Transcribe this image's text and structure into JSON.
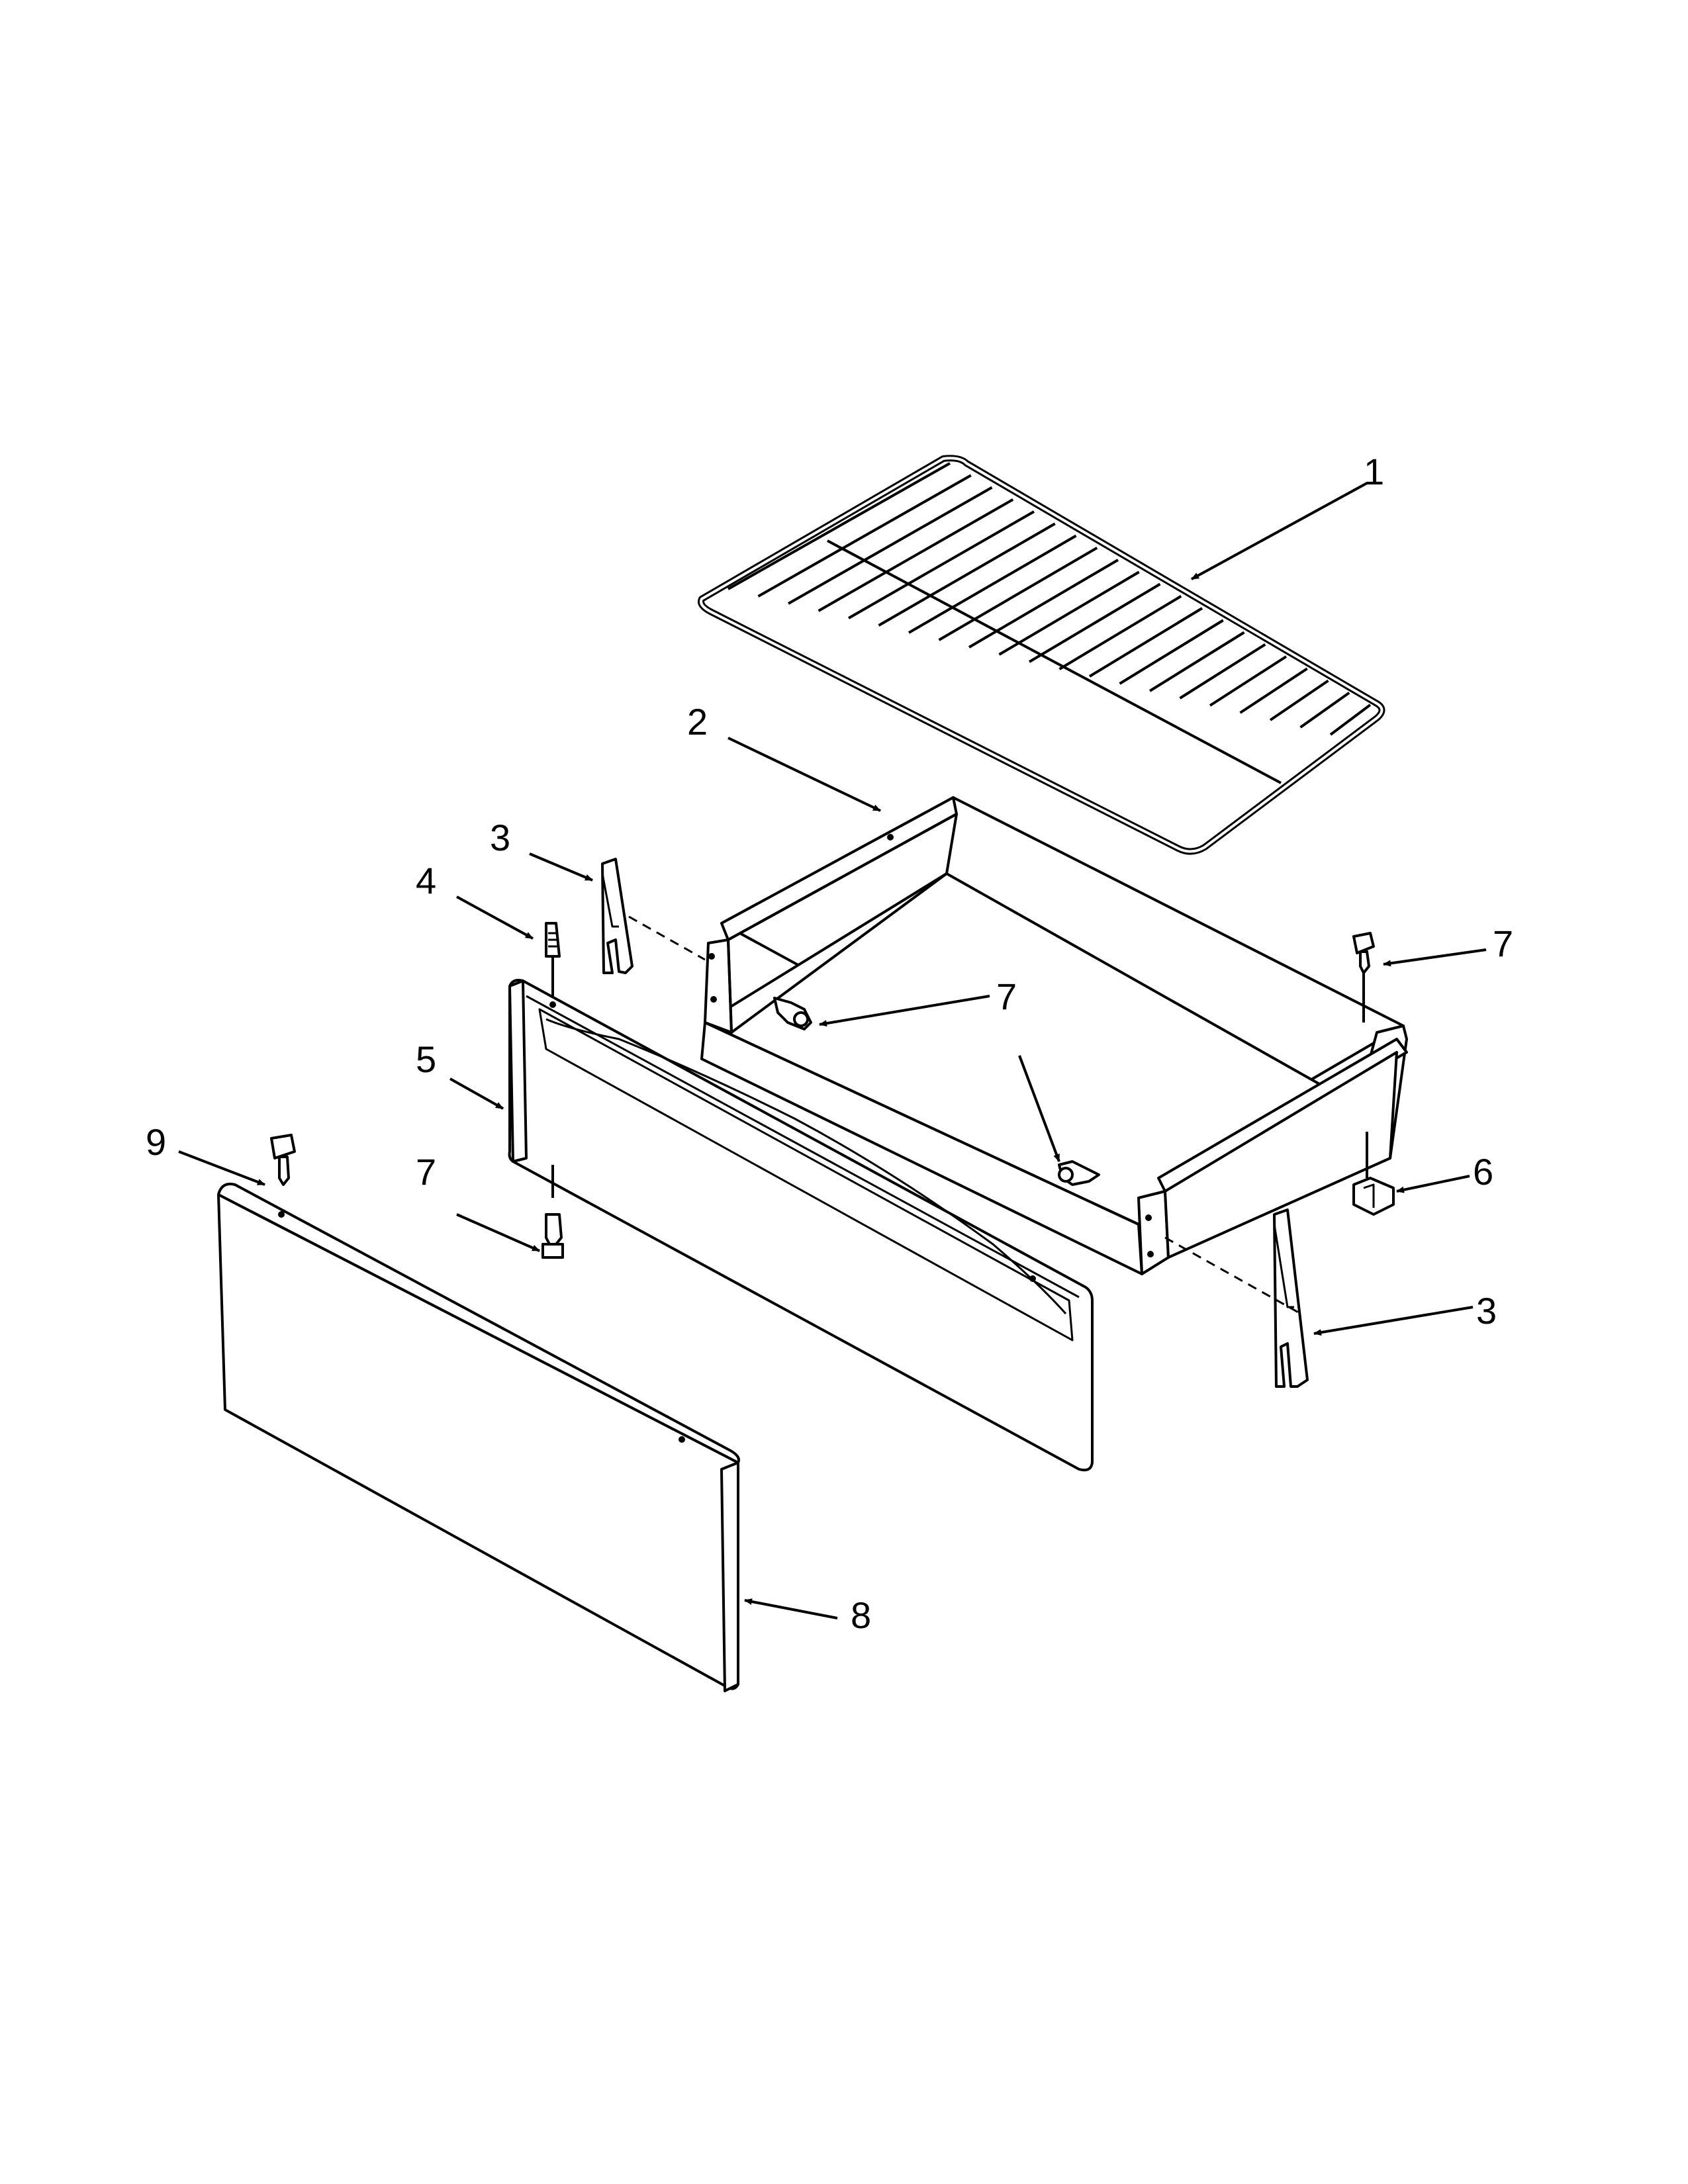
{
  "diagram": {
    "callouts": [
      {
        "id": "rack",
        "label": "1"
      },
      {
        "id": "drawer",
        "label": "2"
      },
      {
        "id": "slide-left",
        "label": "3"
      },
      {
        "id": "slide-right",
        "label": "3"
      },
      {
        "id": "stud",
        "label": "4"
      },
      {
        "id": "drawer-front",
        "label": "5"
      },
      {
        "id": "clip",
        "label": "6"
      },
      {
        "id": "screw-right-top",
        "label": "7"
      },
      {
        "id": "screw-center",
        "label": "7"
      },
      {
        "id": "screw-front-bottom",
        "label": "7"
      },
      {
        "id": "panel",
        "label": "8"
      },
      {
        "id": "screw-panel",
        "label": "9"
      }
    ],
    "colors": {
      "line": "#000000",
      "background": "#ffffff"
    }
  }
}
